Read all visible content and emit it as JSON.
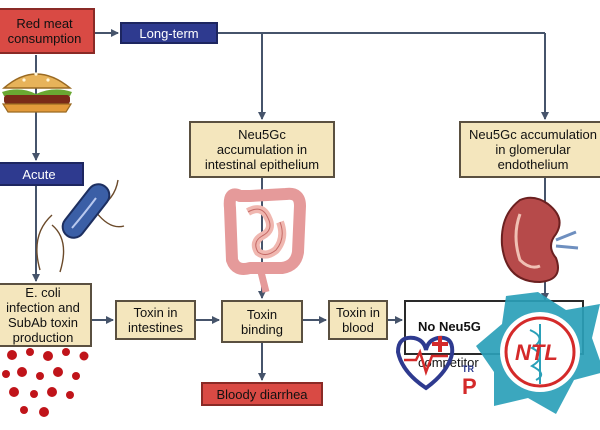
{
  "nodes": {
    "red_meat": "Red meat\nconsumption",
    "long_term": "Long-term",
    "acute": "Acute",
    "neu5gc_intestinal": "Neu5Gc\naccumulation in\nintestinal epithelium",
    "neu5gc_glomerular": "Neu5Gc accumulation\nin glomerular\nendothelium",
    "ecoli": "E. coli\ninfection and\nSubAb toxin\nproduction",
    "toxin_intestines": "Toxin in\nintestines",
    "toxin_binding": "Toxin\nbinding",
    "toxin_blood": "Toxin in\nblood",
    "no_neu5gc": "No Neu5G",
    "competitor": "competitor",
    "bloody_diarrhea": "Bloody diarrhea"
  },
  "watermark": {
    "logo_letters": "NTL",
    "side_text_1": "TR",
    "side_text_2": "P"
  },
  "colors": {
    "red_box": "#d94a44",
    "blue_box": "#2e3a8f",
    "tan_box": "#f4e6bd",
    "arrow": "#46546b",
    "logo_teal": "#2aa0b8",
    "logo_red": "#d42a2a"
  }
}
